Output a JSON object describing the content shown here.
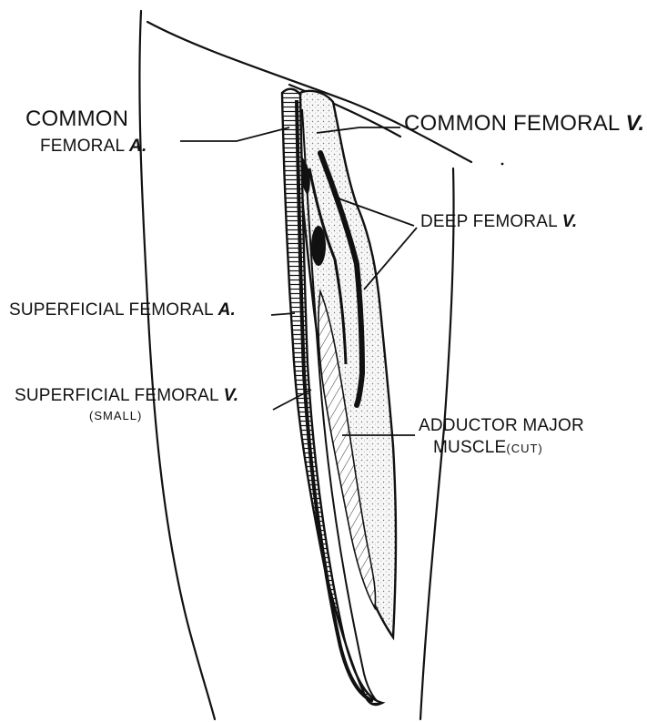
{
  "labels": {
    "common_femoral_artery": {
      "line1": "COMMON",
      "line2_text": "FEMORAL",
      "line2_suffix": "A."
    },
    "common_femoral_vein": {
      "text": "COMMON FEMORAL",
      "suffix": "V."
    },
    "deep_femoral_vein": {
      "text": "DEEP FEMORAL",
      "suffix": "V."
    },
    "superficial_femoral_artery": {
      "text": "SUPERFICIAL FEMORAL",
      "suffix": "A."
    },
    "superficial_femoral_vein": {
      "text": "SUPERFICIAL FEMORAL",
      "suffix": "V.",
      "note": "(SMALL)"
    },
    "adductor_major_muscle": {
      "line1": "ADDUCTOR MAJOR",
      "line2": "MUSCLE",
      "note": "(CUT)"
    }
  },
  "colors": {
    "ink": "#111111",
    "background": "#ffffff",
    "vessel_fill": "#f2f2f2",
    "shade": "#cfcfcf"
  }
}
